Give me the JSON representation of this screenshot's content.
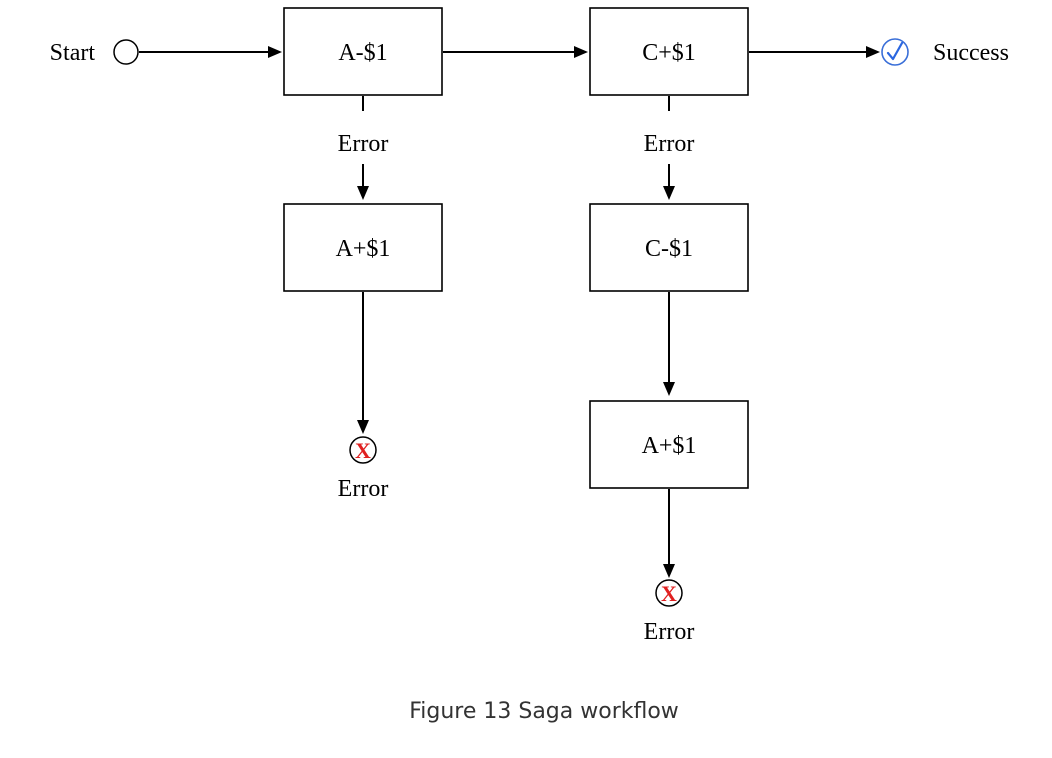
{
  "diagram": {
    "start_label": "Start",
    "success_label": "Success",
    "caption": "Figure 13 Saga workflow",
    "colors": {
      "line": "#000000",
      "success_check": "#2a66e0",
      "error_x": "#e02020",
      "caption_text": "#333333"
    },
    "icons": {
      "start": "empty-circle",
      "success": "checkmark-circle-icon",
      "error": "x-circle-icon"
    },
    "nodes": {
      "a_debit": "A-$1",
      "c_credit": "C+$1",
      "a_refund_1": "A+$1",
      "c_reverse": "C-$1",
      "a_refund_2": "A+$1"
    },
    "edges": {
      "a_debit_error": "Error",
      "c_credit_error": "Error"
    },
    "terminals": {
      "error_1_label": "Error",
      "error_2_label": "Error",
      "error_1_mark": "X",
      "error_2_mark": "X"
    }
  }
}
